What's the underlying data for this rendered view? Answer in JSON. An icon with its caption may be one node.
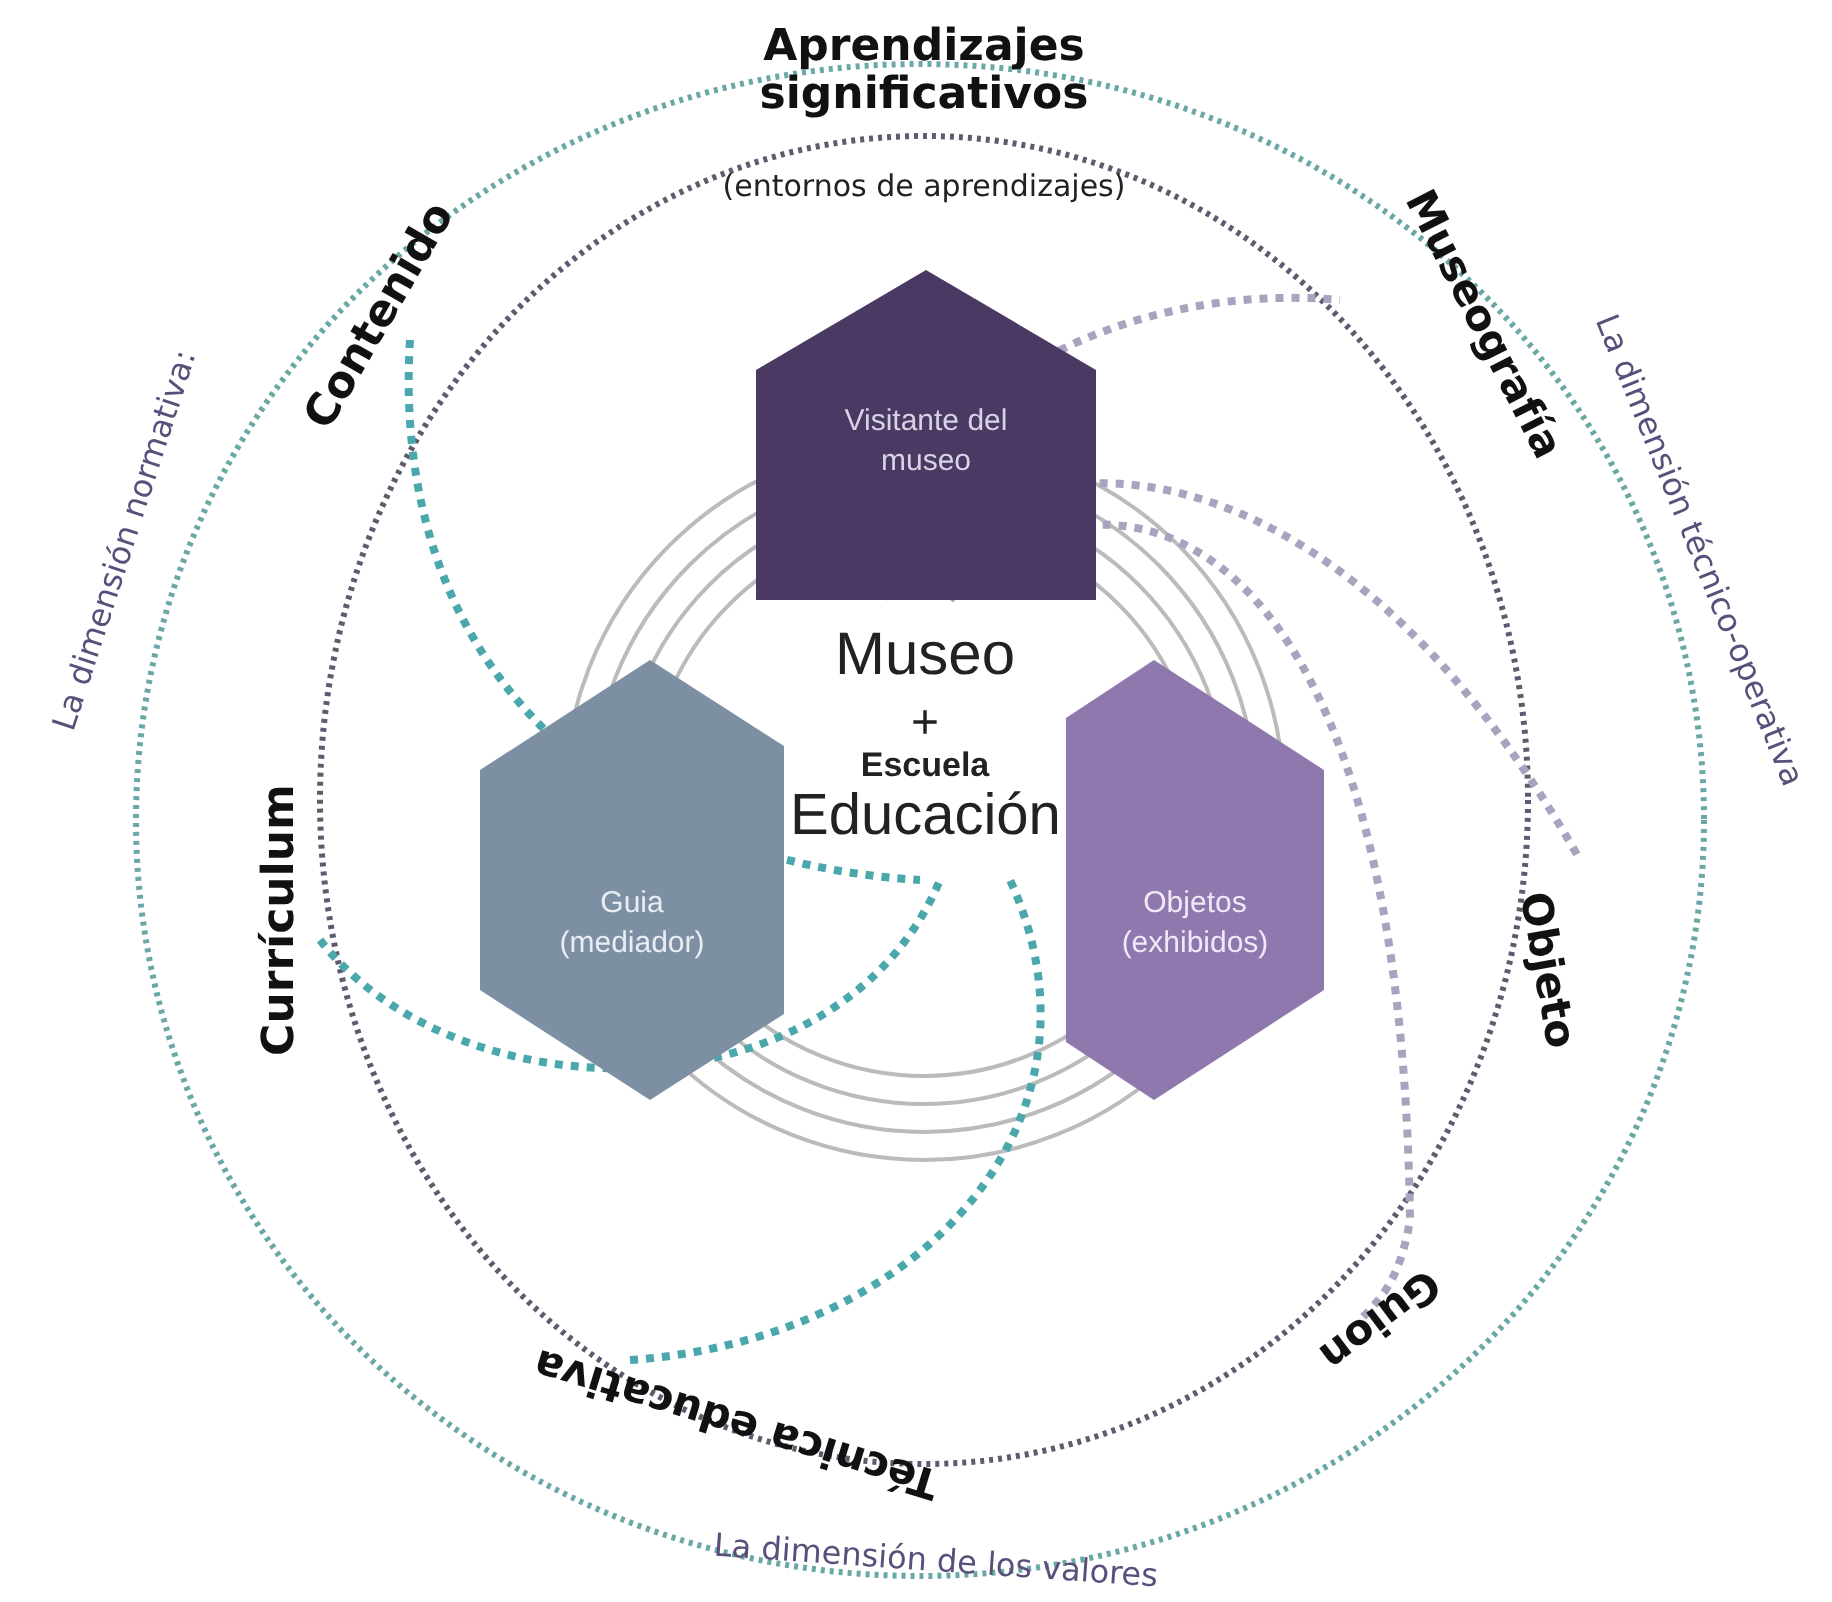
{
  "diagram": {
    "nodes": [
      {
        "text": [
          "Visitante del museo"
        ]
      },
      {
        "text": [
          "Guia (mediador)"
        ]
      },
      {
        "text": [
          "Objetos (exhibidos)"
        ]
      },
      {
        "text": [
          "Museo",
          "+",
          "Escuela",
          "Educación"
        ]
      }
    ],
    "labels": [
      "Aprendizajes significativos",
      "(entornos de aprendizajes)",
      "Contenido",
      "Museografía",
      "La dimensión normativa:",
      "La dimensión técnico-operativa",
      "Currículum",
      "Objeto",
      "Guion",
      "Técnica educativa",
      "La dimensión de los valores"
    ]
  }
}
